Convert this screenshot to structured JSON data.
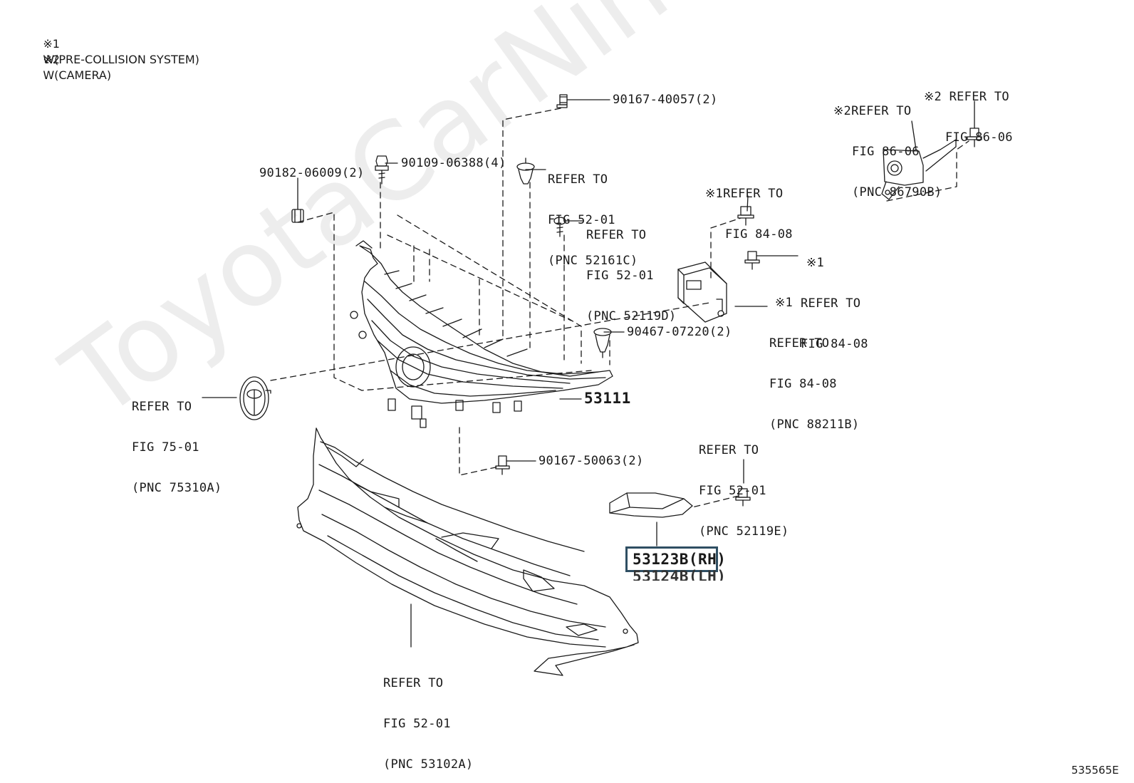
{
  "notes": {
    "n1_mark": "※1",
    "n1_text": "W(PRE-COLLISION SYSTEM)",
    "n2_mark": "※2",
    "n2_text": "W(CAMERA)"
  },
  "labels": {
    "p_90167_40057": "90167-40057(2)",
    "p_90109_06388": "90109-06388(4)",
    "p_90182_06009": "90182-06009(2)",
    "ref_52161c": [
      "REFER TO",
      "FIG 52-01",
      "(PNC 52161C)"
    ],
    "ref_52119d": [
      "REFER TO",
      "FIG 52-01",
      "(PNC 52119D)"
    ],
    "cam_bracket": [
      "※2REFER TO",
      "FIG 86-06",
      "(PNC 86790B)"
    ],
    "cam_bolt": [
      "※2 REFER TO",
      "FIG 86-06"
    ],
    "pcs_bolt_top": [
      "※1REFER TO",
      "FIG 84-08"
    ],
    "pcs_bolt_right": [
      "※1",
      "REFER TO",
      "FIG 84-08"
    ],
    "pcs_sensor": [
      "※1",
      "REFER TO",
      "FIG 84-08",
      "(PNC 88211B)"
    ],
    "p_90467_07220": "90467-07220(2)",
    "emblem": [
      "REFER TO",
      "FIG 75-01",
      "(PNC 75310A)"
    ],
    "p_53111": "53111",
    "p_90167_50063": "90167-50063(2)",
    "ref_52119e": [
      "REFER TO",
      "FIG 52-01",
      "(PNC 52119E)"
    ],
    "p_53123b": "53123B(RH)",
    "p_53124b": "53124B(LH)",
    "ref_53102a": [
      "REFER TO",
      "FIG 52-01",
      "(PNC 53102A)"
    ]
  },
  "figure_ref": "535565E",
  "watermark": "ToyotaCarNine.ru",
  "colors": {
    "line": "#1a1a1a",
    "highlight": "#2f4f63",
    "background": "#ffffff"
  }
}
